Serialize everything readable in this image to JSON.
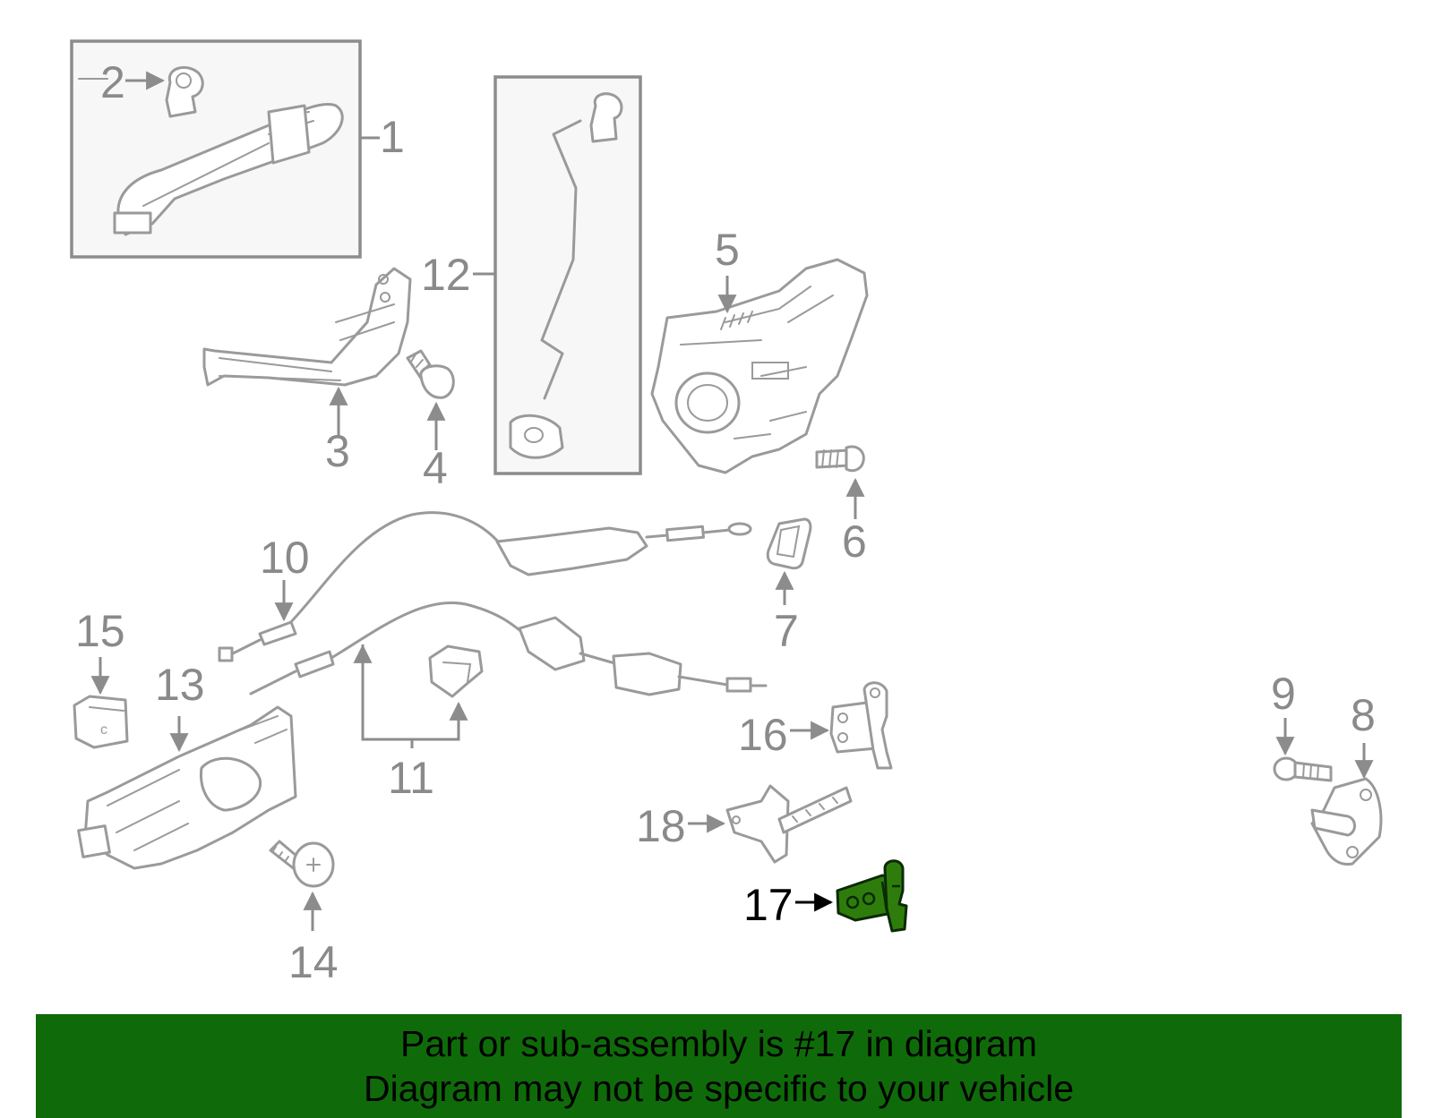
{
  "highlighted_part": "17",
  "callouts": {
    "c1": "1",
    "c2": "2",
    "c3": "3",
    "c4": "4",
    "c5": "5",
    "c6": "6",
    "c7": "7",
    "c8": "8",
    "c9": "9",
    "c10": "10",
    "c11": "11",
    "c12": "12",
    "c13": "13",
    "c14": "14",
    "c15": "15",
    "c16": "16",
    "c17": "17",
    "c18": "18"
  },
  "banner": {
    "line1": "Part or sub-assembly is #17 in diagram",
    "line2": "Diagram may not be specific to your vehicle"
  },
  "colors": {
    "highlight": "#2e7d0c",
    "banner_background": "#0f6b09",
    "line_art": "#9a9a9a"
  }
}
